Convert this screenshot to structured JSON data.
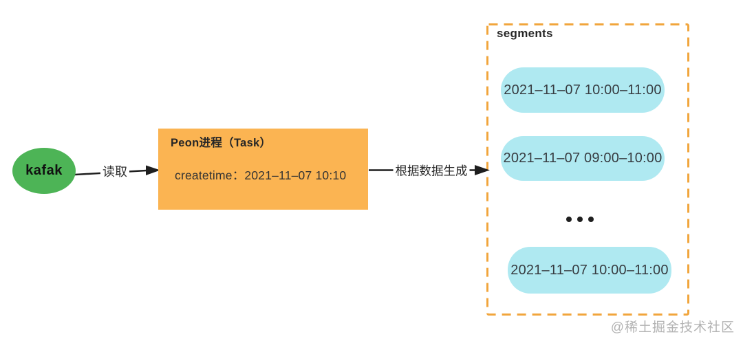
{
  "colors": {
    "kafka_green": "#4DB456",
    "peon_orange": "#FBB452",
    "segment_cyan": "#AFE9F1",
    "dashed_border_orange": "#F1A53C",
    "arrow_black": "#1F1F1F",
    "text_dark": "#333333",
    "watermark_gray": "#B3B3B3"
  },
  "nodes": {
    "kafka": {
      "label": "kafak"
    },
    "peon": {
      "title": "Peon进程（Task）",
      "createtime": "createtime：2021–11–07 10:10"
    },
    "segments": {
      "title": "segments",
      "items": [
        "2021–11–07 10:00–11:00",
        "2021–11–07 09:00–10:00",
        "2021–11–07 10:00–11:00"
      ],
      "ellipsis": "..."
    }
  },
  "edges": {
    "read": {
      "label": "读取"
    },
    "generate": {
      "label": "根据数据生成"
    }
  },
  "watermark": "@稀土掘金技术社区"
}
